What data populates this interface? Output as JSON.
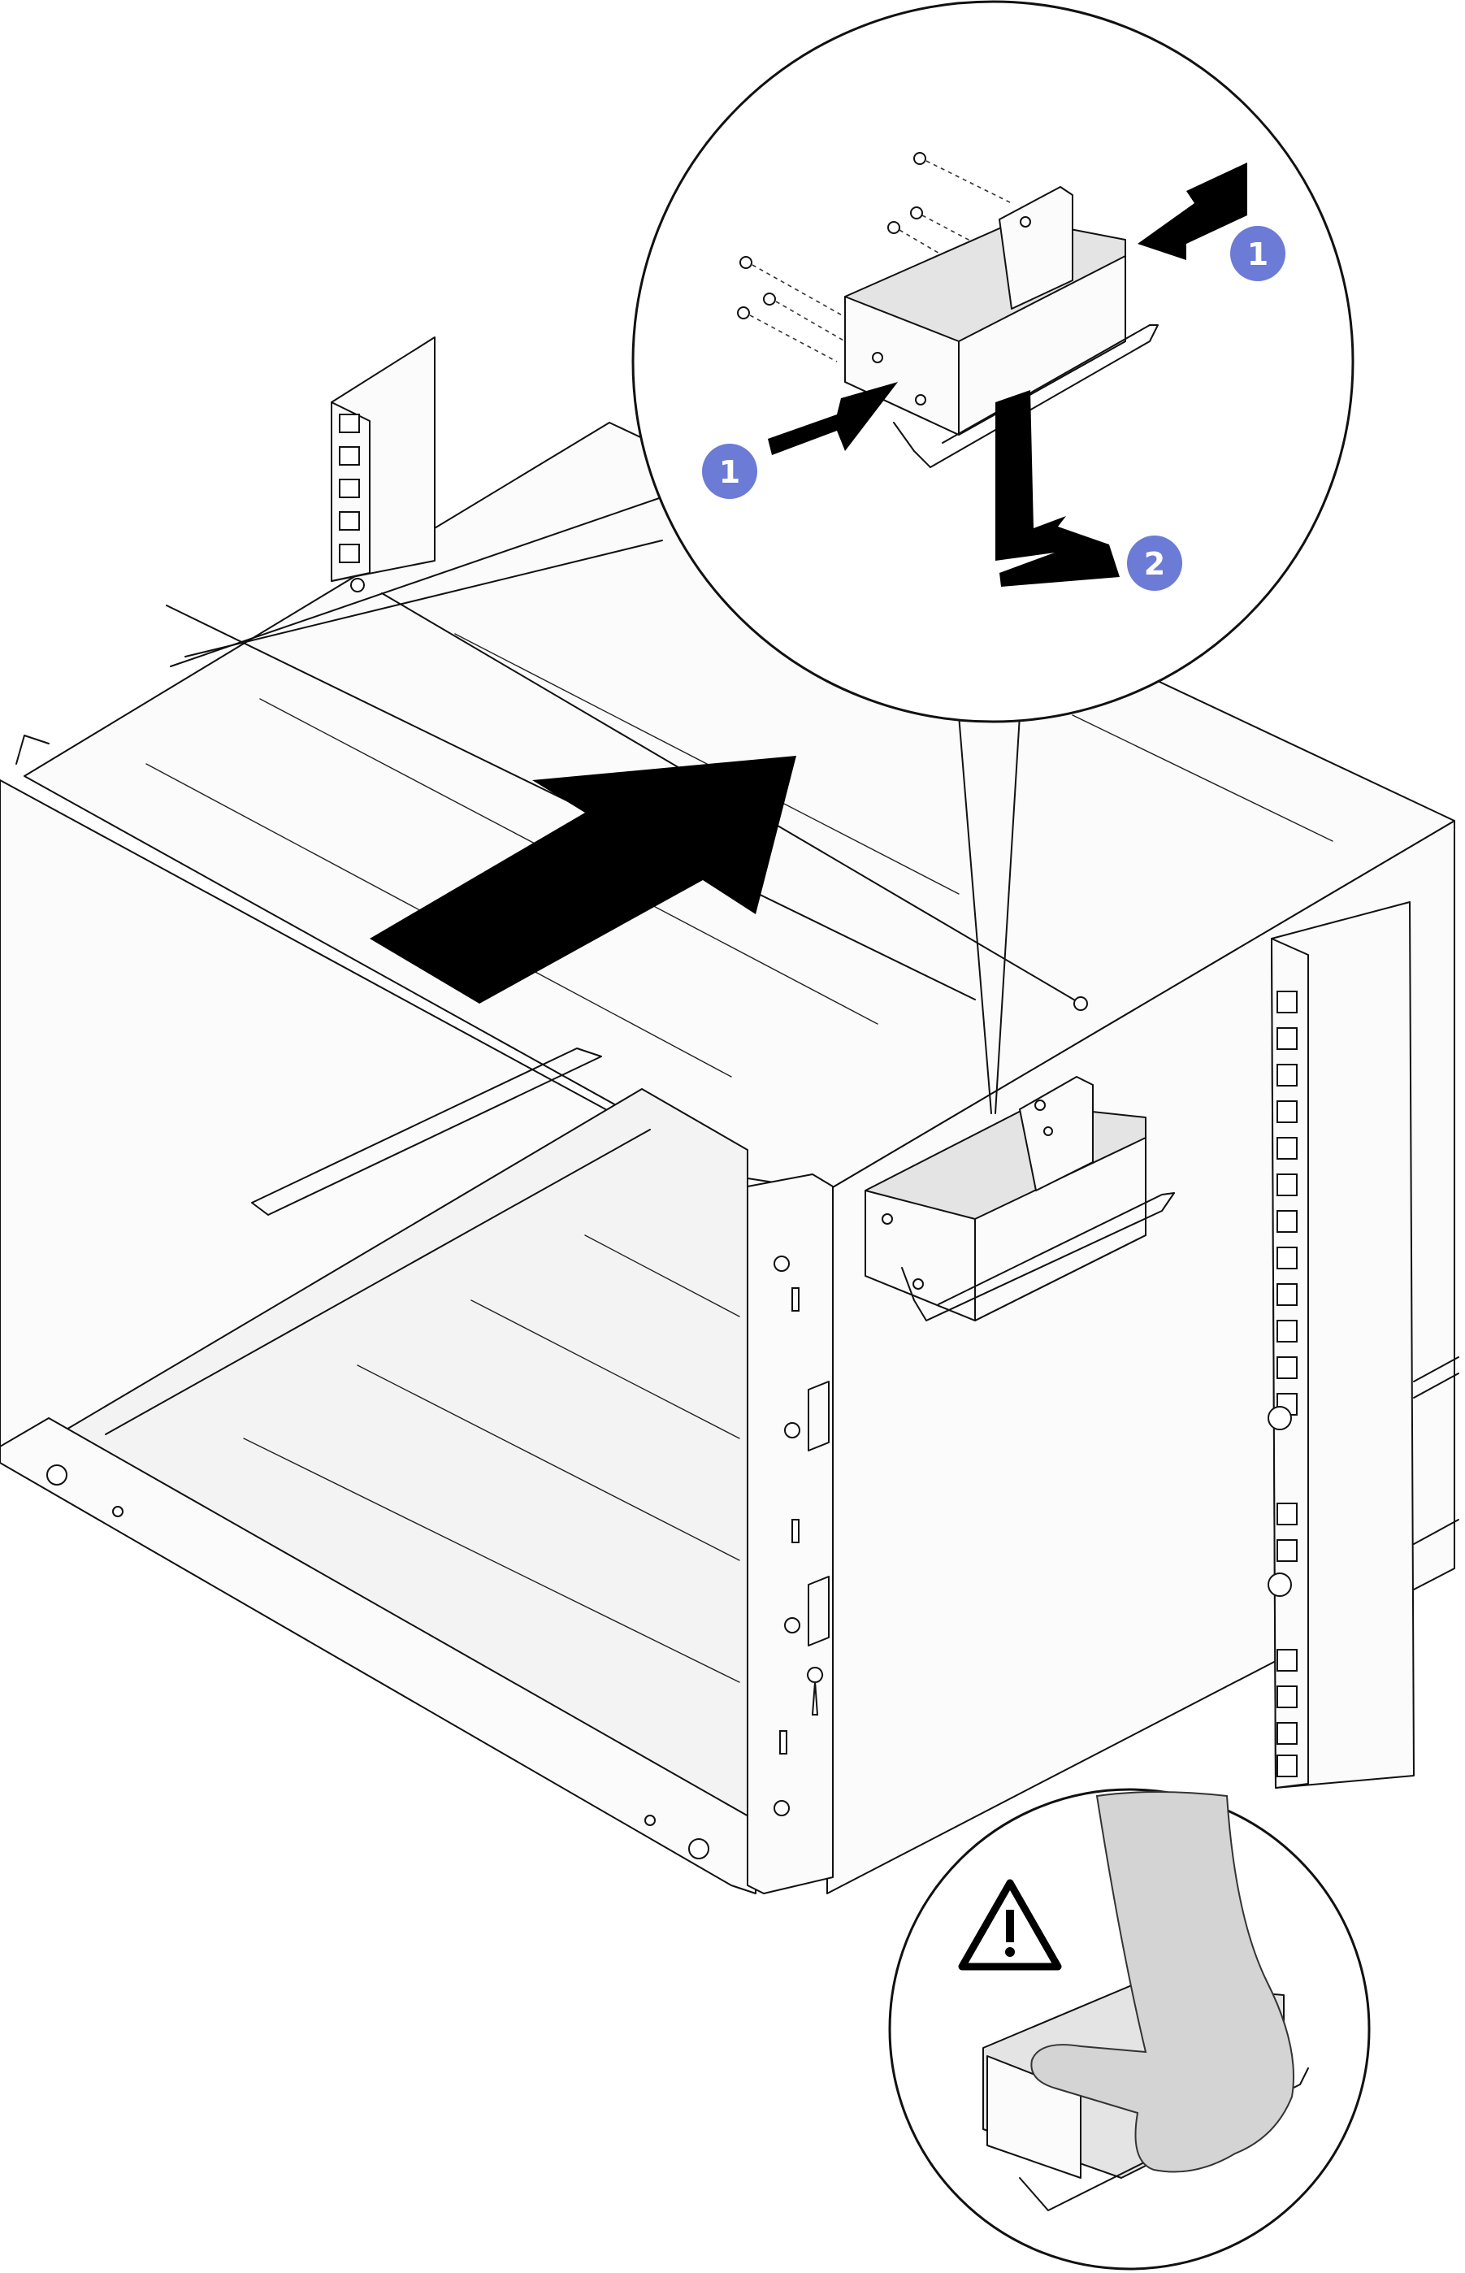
{
  "figure": {
    "callouts": [
      {
        "id": "left",
        "label": "1",
        "color": "#6b7bd6"
      },
      {
        "id": "right",
        "label": "1",
        "color": "#6b7bd6"
      },
      {
        "id": "step2",
        "label": "2",
        "color": "#6b7bd6"
      }
    ],
    "icons": {
      "warning": "warning-triangle-icon",
      "hand": "hand-icon"
    },
    "colors": {
      "callout": "#6b7bd6",
      "line": "#111111",
      "arrow": "#000000",
      "hand": "#d4d4d4"
    }
  }
}
